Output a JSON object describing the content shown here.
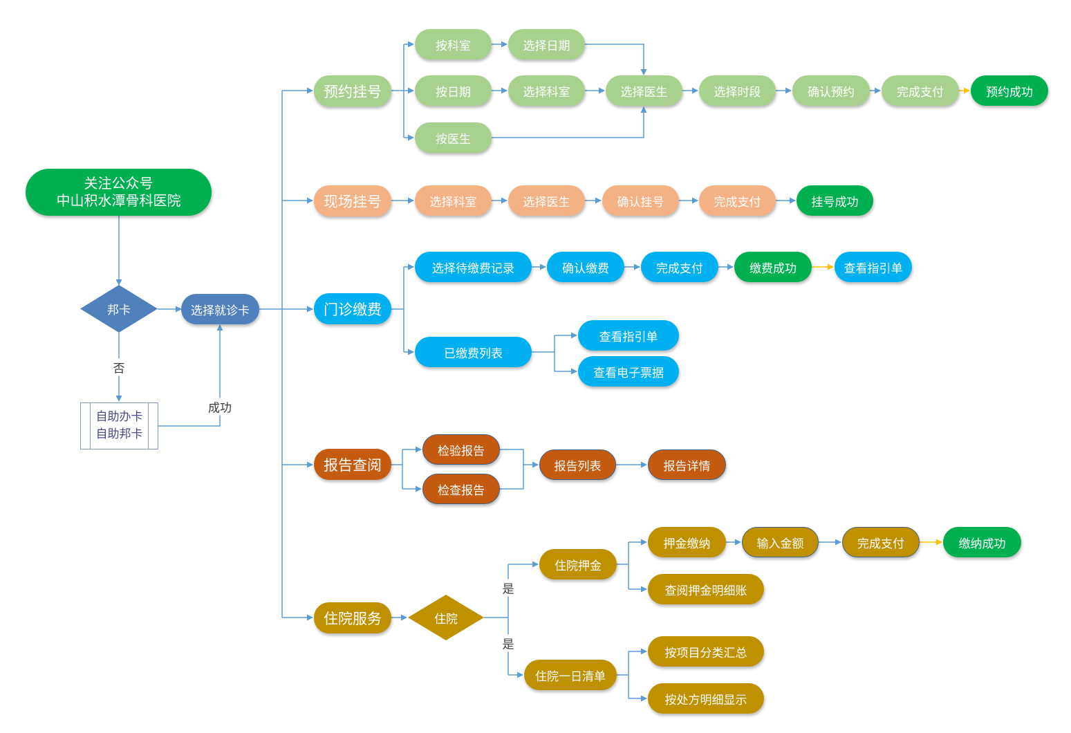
{
  "start": {
    "line1": "关注公众号",
    "line2": "中山积水潭骨科医院"
  },
  "bind_card": {
    "decision": "邦卡",
    "no_label": "否",
    "success_label": "成功",
    "select_card": "选择就诊卡"
  },
  "self_service": {
    "line1": "自助办卡",
    "line2": "自助邦卡"
  },
  "appointment": {
    "title": "预约挂号",
    "by_dept": "按科室",
    "select_date": "选择日期",
    "by_date": "按日期",
    "select_dept": "选择科室",
    "by_doctor": "按医生",
    "select_doctor": "选择医生",
    "select_time": "选择时段",
    "confirm": "确认预约",
    "pay": "完成支付",
    "success": "预约成功"
  },
  "onsite": {
    "title": "现场挂号",
    "select_dept": "选择科室",
    "select_doctor": "选择医生",
    "confirm": "确认挂号",
    "pay": "完成支付",
    "success": "挂号成功"
  },
  "outpatient": {
    "title": "门诊缴费",
    "pending": "选择待缴费记录",
    "confirm": "确认缴费",
    "pay": "完成支付",
    "success": "缴费成功",
    "view_guide": "查看指引单",
    "paid_list": "已缴费列表",
    "paid_view_guide": "查看指引单",
    "e_invoice": "查看电子票据"
  },
  "report": {
    "title": "报告查阅",
    "lab": "检验报告",
    "exam": "检查报告",
    "list": "报告列表",
    "detail": "报告详情"
  },
  "inpatient": {
    "title": "住院服务",
    "decision": "住院",
    "yes1": "是",
    "yes2": "是",
    "deposit": "住院押金",
    "deposit_pay": "押金缴纳",
    "amount": "输入金额",
    "pay": "完成支付",
    "pay_success": "缴纳成功",
    "deposit_detail": "查阅押金明细账",
    "daily_list": "住院一日清单",
    "by_item": "按项目分类汇总",
    "by_prescription": "按处方明细显示"
  },
  "colors": {
    "connector": "#5b9bd5",
    "highlight_arrow": "#ffc000",
    "appointment": "#a9d18e",
    "onsite": "#f4b183",
    "outpatient": "#00b0f0",
    "success": "#00b050",
    "report": "#c55a11",
    "inpatient": "#bf9000",
    "card": "#4f81bd"
  }
}
